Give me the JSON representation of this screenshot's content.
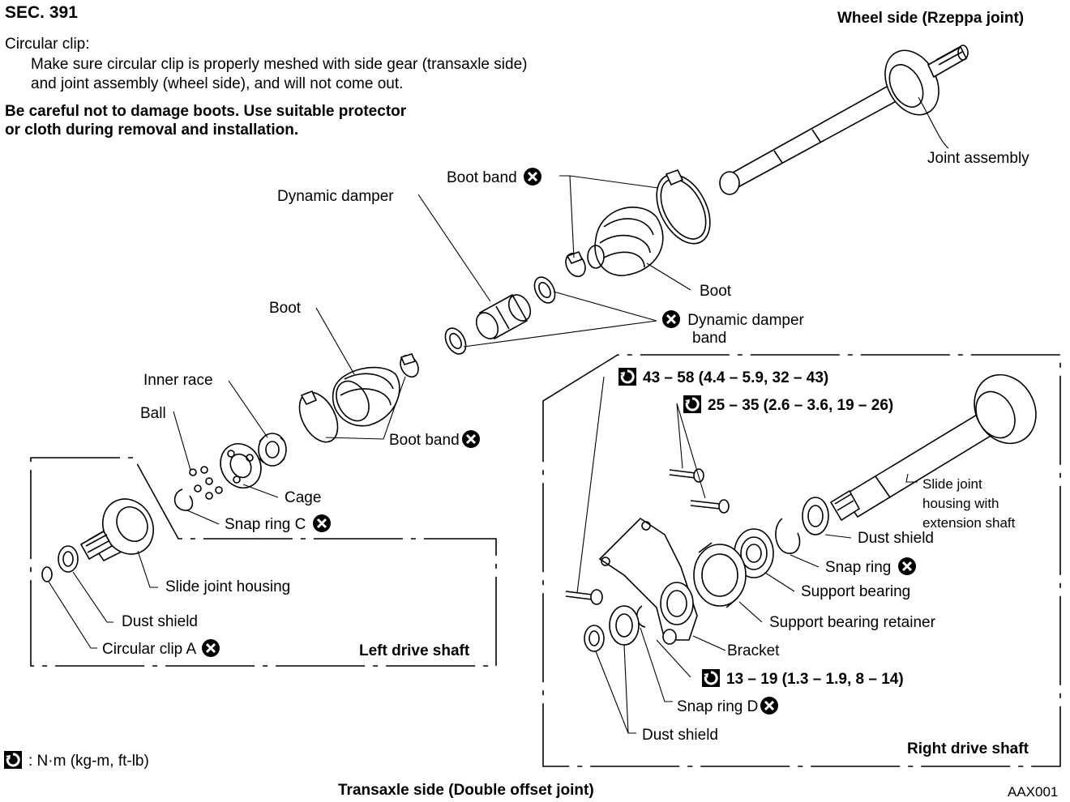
{
  "header": {
    "section": "SEC. 391",
    "wheel_side": "Wheel side (Rzeppa joint)",
    "clip_title": "Circular clip:",
    "clip_line1": "Make sure circular clip is properly meshed with side gear (transaxle side)",
    "clip_line2": "and joint assembly (wheel side), and will not come out.",
    "warn_line1": "Be careful not to damage boots. Use suitable protector",
    "warn_line2": "or cloth during removal and installation."
  },
  "labels": {
    "joint_assembly": "Joint assembly",
    "boot_band_top": "Boot band",
    "dynamic_damper": "Dynamic damper",
    "boot_upper": "Boot",
    "dynamic_damper_band_1": "Dynamic damper",
    "dynamic_damper_band_2": "band",
    "boot_lower": "Boot",
    "inner_race": "Inner race",
    "ball": "Ball",
    "boot_band_mid": "Boot band",
    "cage": "Cage",
    "snap_ring_c": "Snap ring C",
    "slide_joint_housing": "Slide joint housing",
    "dust_shield_left": "Dust shield",
    "circular_clip_a": "Circular clip A",
    "left_drive_shaft": "Left drive shaft",
    "slide_joint_ext_1": "Slide joint",
    "slide_joint_ext_2": "housing with",
    "slide_joint_ext_3": "extension shaft",
    "dust_shield_right": "Dust shield",
    "snap_ring": "Snap ring",
    "support_bearing": "Support bearing",
    "support_bearing_retainer": "Support bearing retainer",
    "bracket": "Bracket",
    "snap_ring_d": "Snap ring D",
    "dust_shield_bottom": "Dust shield",
    "right_drive_shaft": "Right drive shaft"
  },
  "torques": {
    "t1": "43 – 58 (4.4 – 5.9, 32 – 43)",
    "t2": "25 – 35 (2.6 – 3.6, 19 – 26)",
    "t3": "13 – 19 (1.3 – 1.9, 8 – 14)"
  },
  "footer": {
    "legend_unit": ": N·m (kg-m, ft-lb)",
    "transaxle_side": "Transaxle side (Double offset joint)",
    "figure_code": "AAX001"
  },
  "icons": {
    "replace_mark": "x-circle-icon",
    "torque_mark": "torque-wrench-icon"
  }
}
